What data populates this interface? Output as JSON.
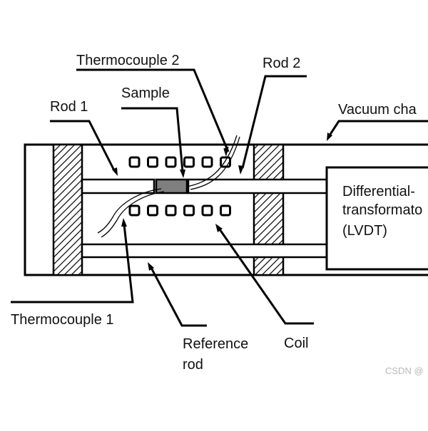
{
  "labels": {
    "thermocouple_2": "Thermocouple 2",
    "rod_2": "Rod 2",
    "sample": "Sample",
    "rod_1": "Rod 1",
    "vacuum_chamber": "Vacuum cha",
    "lvdt_line1": "Differential-",
    "lvdt_line2": "transformato",
    "lvdt_line3": "(LVDT)",
    "thermocouple_1": "Thermocouple 1",
    "reference_rod_line1": "Reference",
    "reference_rod_line2": "rod",
    "coil": "Coil"
  },
  "watermark": "CSDN @",
  "coil_turns": {
    "upper": 6,
    "lower": 6
  },
  "colors": {
    "stroke": "#000000",
    "sample_fill": "#7f7f7f",
    "background": "#ffffff",
    "watermark": "#b8b8b8"
  }
}
